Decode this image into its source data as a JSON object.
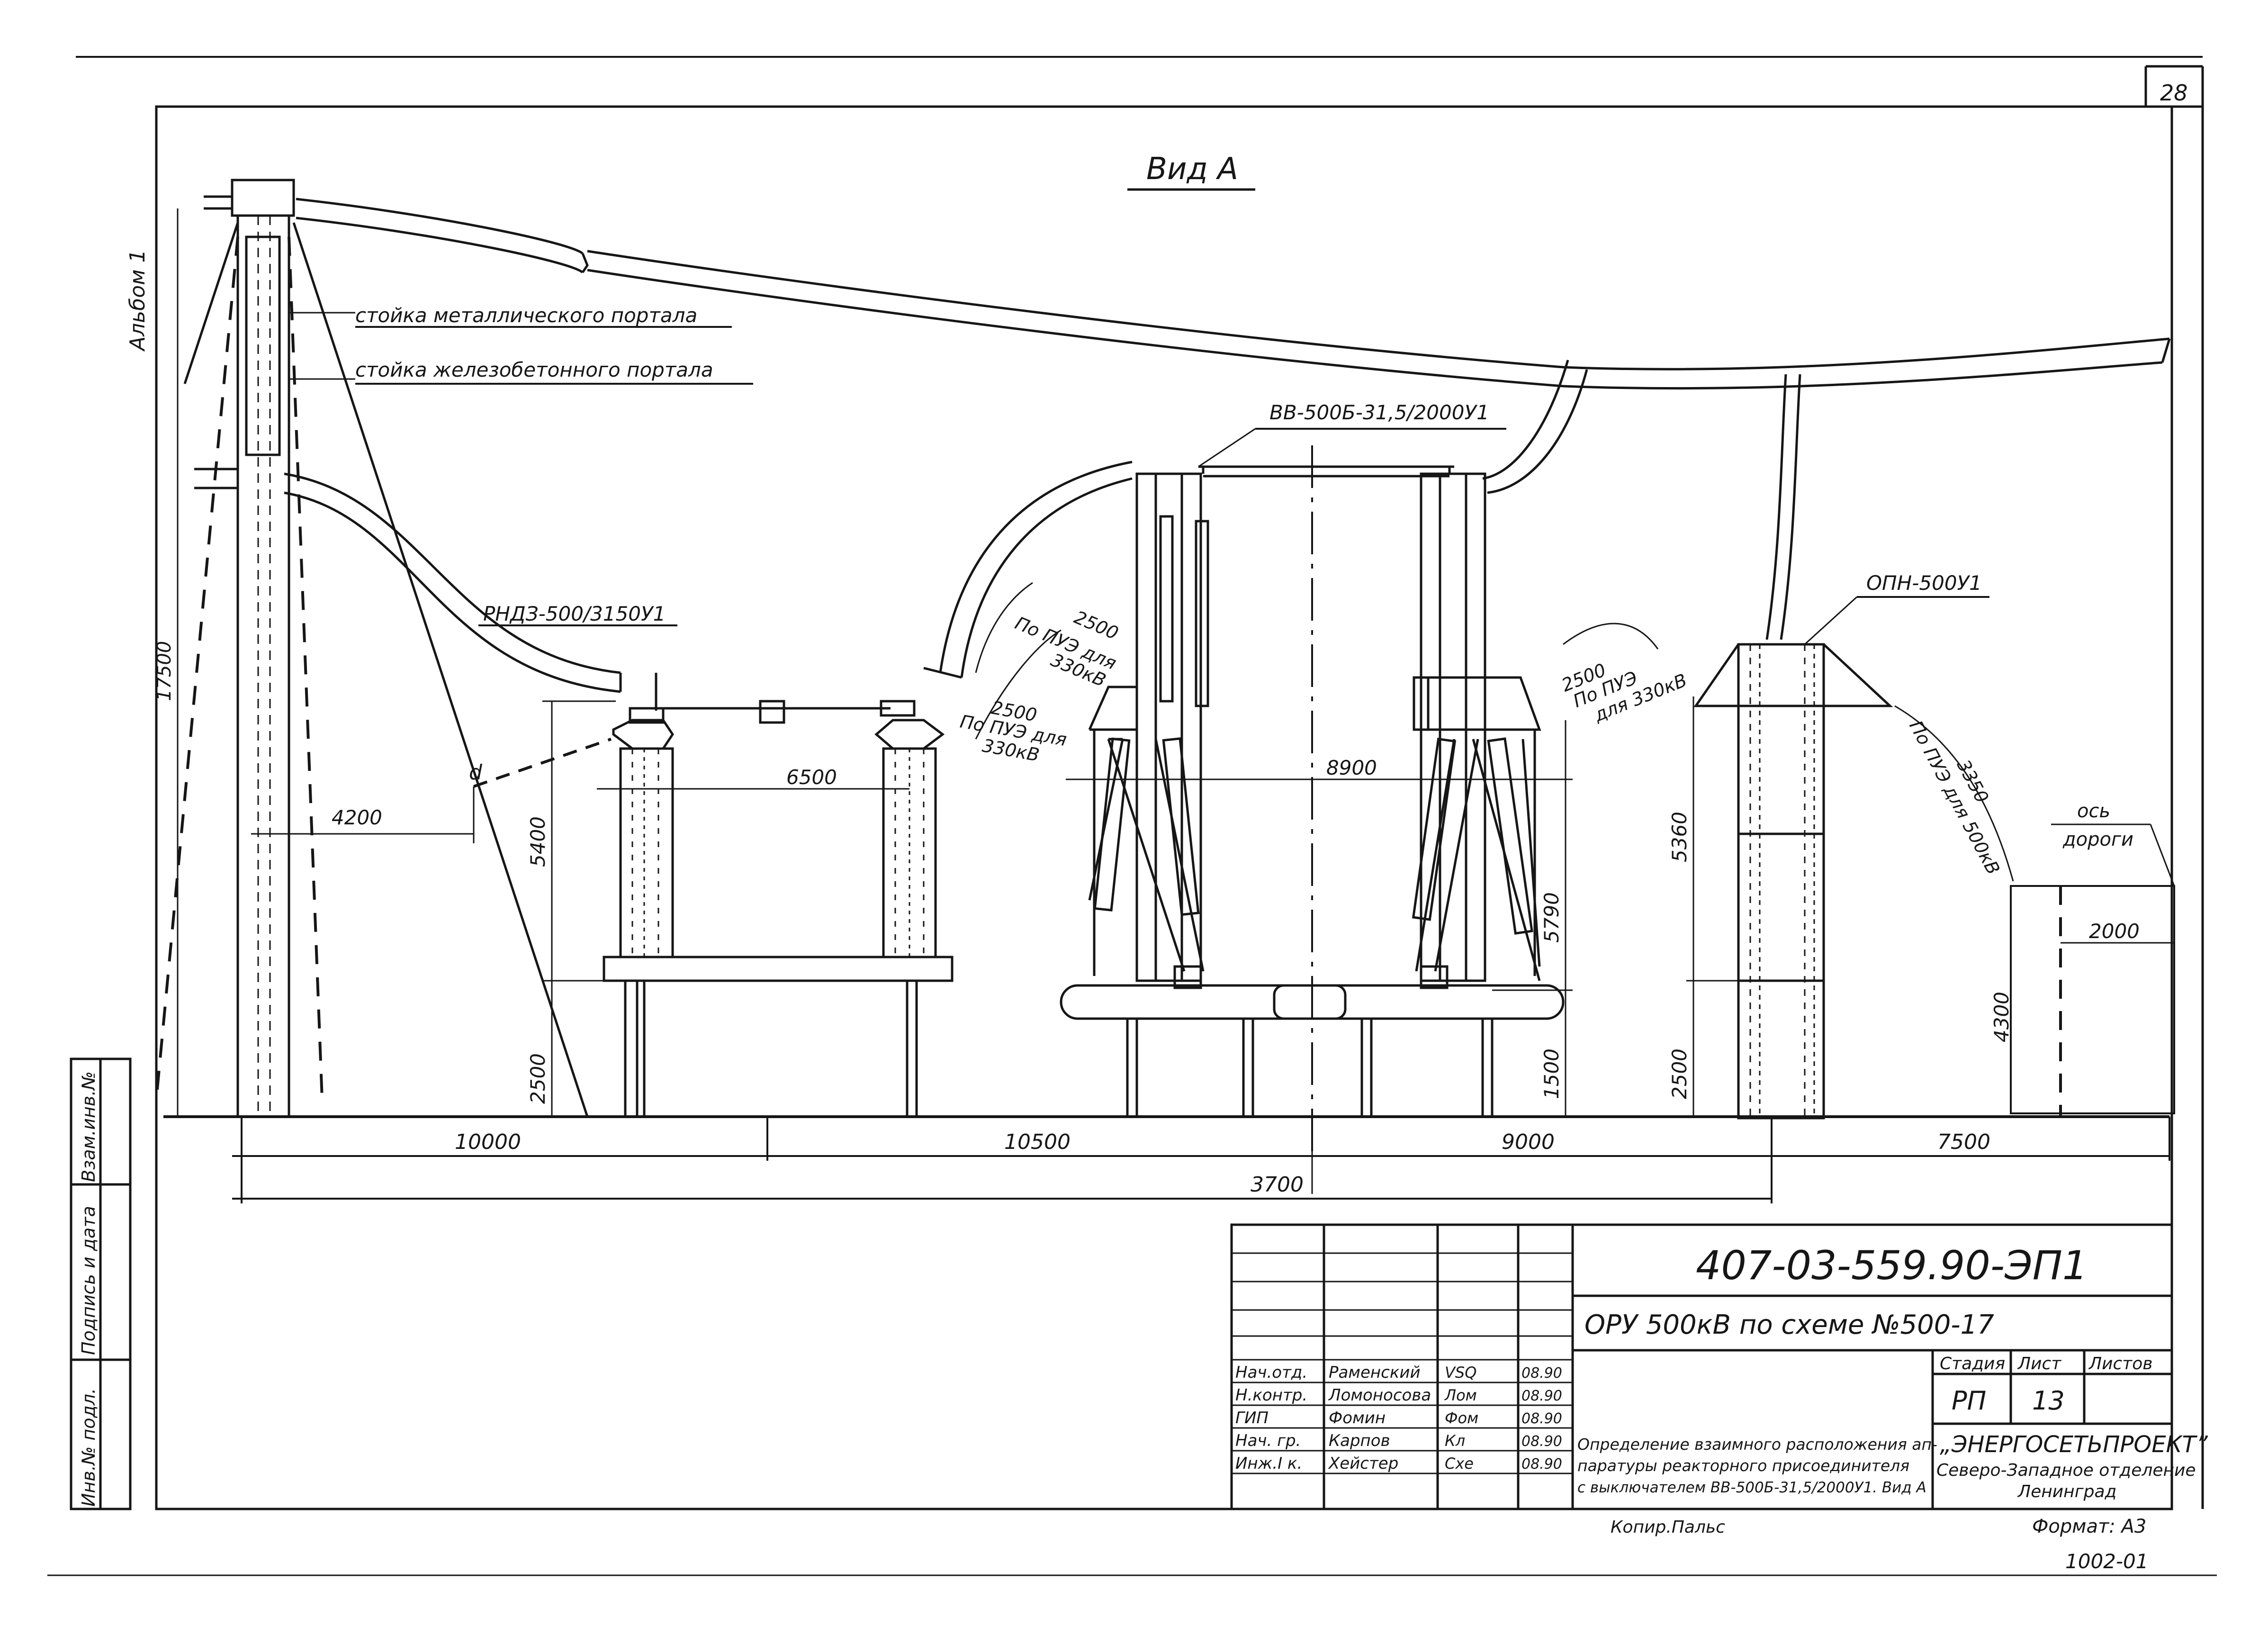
{
  "sheet_number": "28",
  "view_title": "Вид А",
  "album_label": "Альбом 1",
  "labels": {
    "metal_post": "стойка металлического портала",
    "concrete_post": "стойка железобетонного портала",
    "disconnector": "РНДЗ-500/3150У1",
    "breaker": "ВВ-500Б-31,5/2000У1",
    "arrester": "ОПН-500У1",
    "road_axis_1": "ось",
    "road_axis_2": "дороги",
    "point_d": "d",
    "pue_330_a_1": "По ПУЭ для",
    "pue_330_a_2": "330кВ",
    "pue_330_b_1": "По ПУЭ для",
    "pue_330_b_2": "330кВ",
    "pue_330_c_1": "По ПУЭ",
    "pue_330_c_2": "для 330кВ",
    "pue_500": "По ПУЭ для 500кВ"
  },
  "dimensions": {
    "d17500": "17500",
    "d4200": "4200",
    "d5400": "5400",
    "d2500_left": "2500",
    "d6500": "6500",
    "d2500_a": "2500",
    "d2500_b": "2500",
    "d8900": "8900",
    "d2500_c": "2500",
    "d5790": "5790",
    "d1500": "1500",
    "d5360": "5360",
    "d2500_right": "2500",
    "d3350": "3350",
    "d4300": "4300",
    "d2000": "2000",
    "d10000": "10000",
    "d10500": "10500",
    "d9000": "9000",
    "d7500": "7500",
    "d3700": "3700"
  },
  "side_stamp": [
    "Инв.№ подл.",
    "Подпись и дата",
    "Взам.инв.№"
  ],
  "title_block": {
    "doc_code": "407-03-559.90-ЭП1",
    "object": "ОРУ 500кВ по схеме №500-17",
    "stage_header": "Стадия",
    "sheet_header": "Лист",
    "sheets_header": "Листов",
    "stage": "РП",
    "sheet": "13",
    "description": [
      "Определение взаимного расположения ап-",
      "паратуры реакторного присоединителя",
      "с выключателем ВВ-500Б-31,5/2000У1. Вид А"
    ],
    "org": [
      "„ЭНЕРГОСЕТЬПРОЕКТ”",
      "Северо-Западное отделение",
      "Ленинград"
    ],
    "people": [
      {
        "role": "Нач.отд.",
        "name": "Раменский",
        "sign": "VSQ",
        "date": "08.90"
      },
      {
        "role": "Н.контр.",
        "name": "Ломоносова",
        "sign": "Лом",
        "date": "08.90"
      },
      {
        "role": "ГИП",
        "name": "Фомин",
        "sign": "Фом",
        "date": "08.90"
      },
      {
        "role": "Нач. гр.",
        "name": "Карпов",
        "sign": "Кл",
        "date": "08.90"
      },
      {
        "role": "Инж.I к.",
        "name": "Хейстер",
        "sign": "Схе",
        "date": "08.90"
      }
    ],
    "copied": "Копир.Пальс",
    "format": "Формат: А3",
    "footer_code": "1002-01"
  }
}
